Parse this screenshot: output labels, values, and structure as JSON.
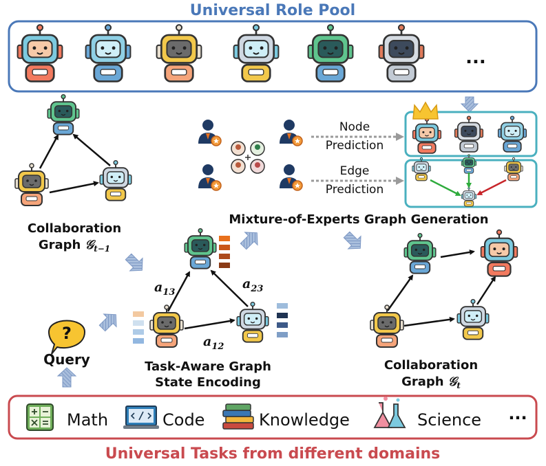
{
  "pool": {
    "title": "Universal Role Pool",
    "more": "..."
  },
  "tasks": {
    "title": "Universal Tasks from different domains",
    "items": [
      "Math",
      "Code",
      "Knowledge",
      "Science"
    ],
    "more": "···"
  },
  "moe": {
    "title": "Mixture-of-Experts Graph Generation",
    "node_pred_1": "Node",
    "node_pred_2": "Prediction",
    "edge_pred_1": "Edge",
    "edge_pred_2": "Prediction"
  },
  "collab_prev": {
    "line1": "Collaboration",
    "line2": "Graph",
    "symbol": "𝒢",
    "sub": "t−1"
  },
  "collab_next": {
    "line1": "Collaboration",
    "line2": "Graph",
    "symbol": "𝒢",
    "sub": "t"
  },
  "encoding": {
    "line1": "Task-Aware Graph",
    "line2": "State Encoding"
  },
  "edges": {
    "a13": "13",
    "a23": "23",
    "a12": "12",
    "a": "a"
  },
  "query": {
    "label": "Query",
    "mark": "?"
  },
  "colors": {
    "pool_border": "#4a78b8",
    "task_border": "#c94a4f",
    "teal_border": "#4ab0bf",
    "green_arrow": "#2eab3c",
    "red_arrow": "#c7252a",
    "gray_arrow": "#9a9a9a",
    "block_arrow": "#8aa6cf"
  }
}
